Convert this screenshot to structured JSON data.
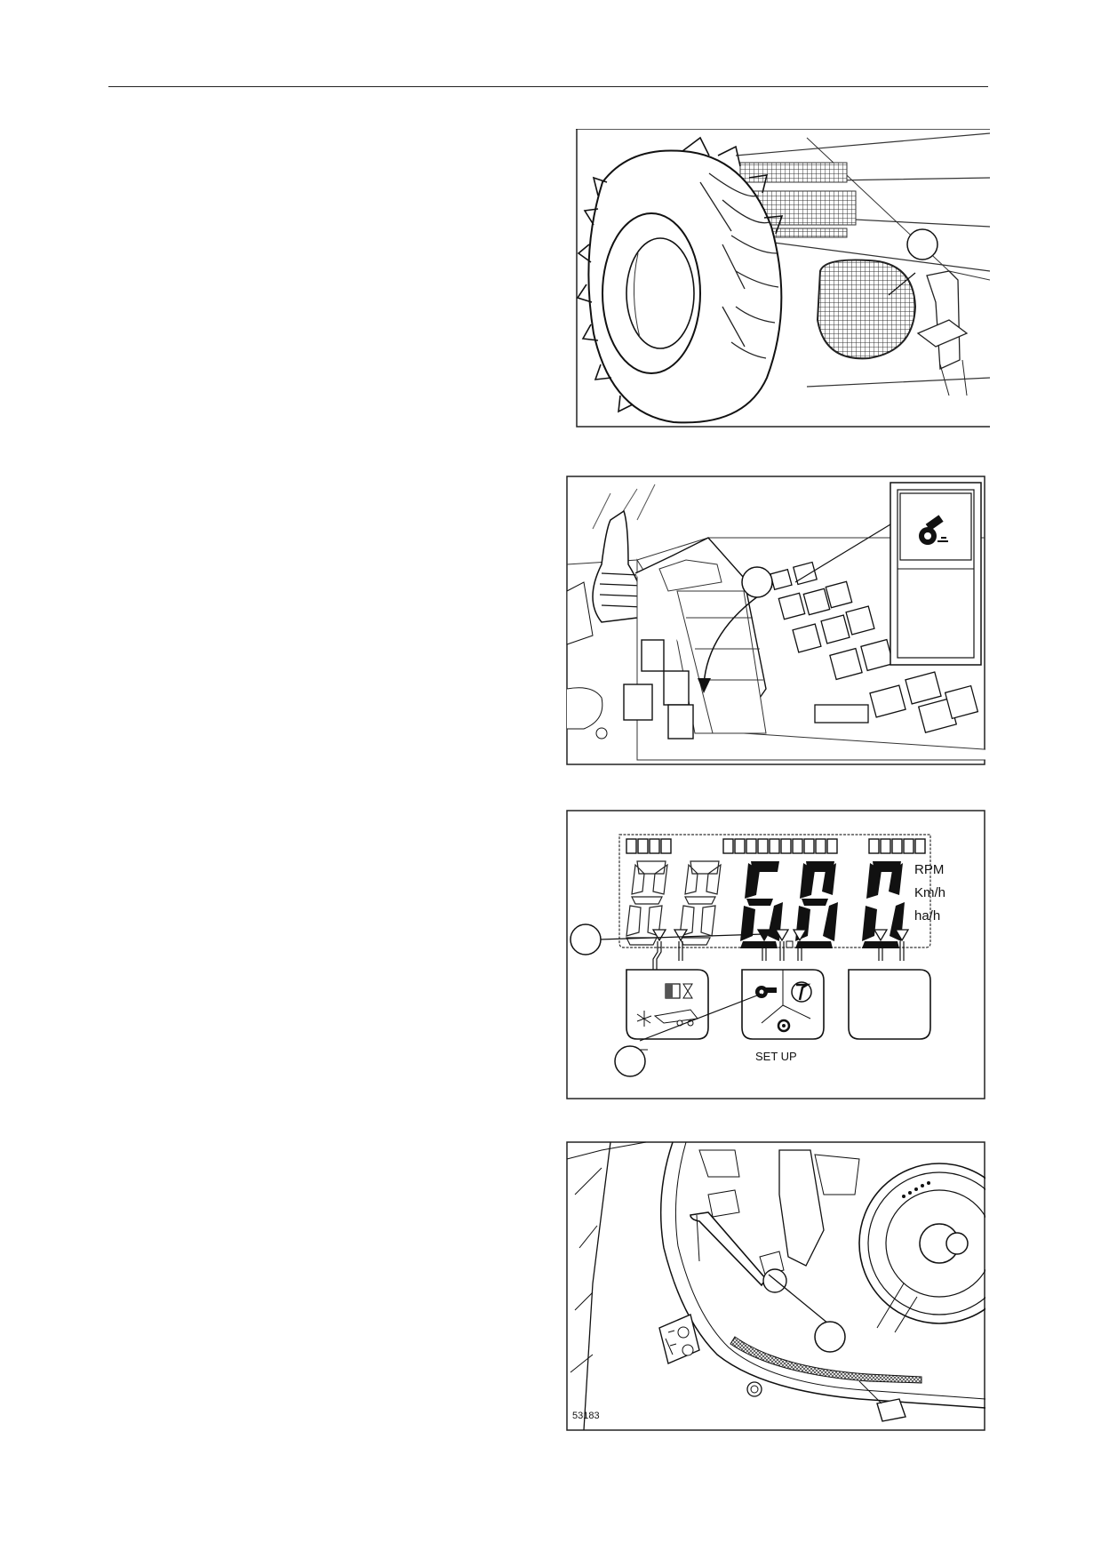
{
  "figure3": {
    "units": [
      "RPM",
      "Km/h",
      "ha/h"
    ],
    "readout": "680",
    "setup_label": "SET UP"
  },
  "figure4": {
    "image_number": "53183"
  }
}
